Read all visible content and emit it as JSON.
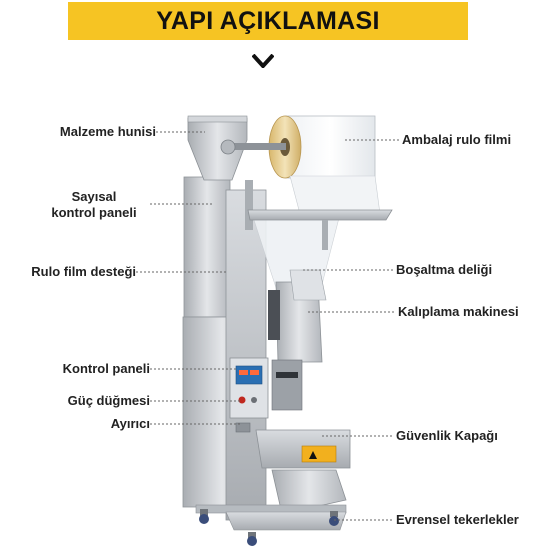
{
  "title": "YAPI AÇIKLAMASI",
  "colors": {
    "banner": "#f6c423",
    "text": "#222222",
    "leader": "#666666",
    "steel": "#c9ccd0",
    "steel_dark": "#9ea3a9",
    "film_roll": "#e2c88a",
    "display": "#2a6fb3"
  },
  "labels": {
    "malzeme_hunisi": "Malzeme hunisi",
    "sayisal_kontrol_paneli_1": "Sayısal",
    "sayisal_kontrol_paneli_2": "kontrol paneli",
    "rulo_film_destegi": "Rulo film desteği",
    "kontrol_paneli": "Kontrol paneli",
    "guc_dugmesi": "Güç düğmesi",
    "ayirici": "Ayırıcı",
    "ambalaj_rulo_filmi": "Ambalaj rulo filmi",
    "bosaltma_deligi": "Boşaltma deliği",
    "kaliplama_makinesi": "Kalıplama makinesi",
    "guvenlik_kapagi": "Güvenlik Kapağı",
    "evrensel_tekerlekler": "Evrensel tekerlekler"
  }
}
